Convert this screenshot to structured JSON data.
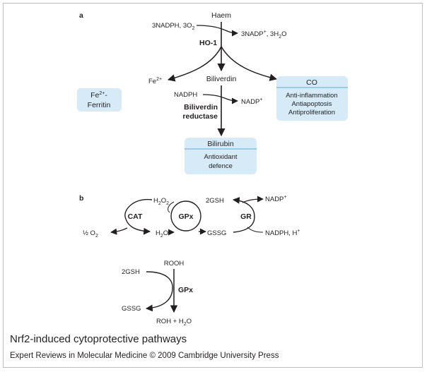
{
  "panel_a": {
    "label": "a",
    "haem": "Haem",
    "nadph_o2": "3NADPH, 3O",
    "nadp_h2o": "3NADP",
    "enzyme_ho1": "HO-1",
    "fe2": "Fe",
    "biliverdin": "Biliverdin",
    "nadph": "NADPH",
    "nadp": "NADP",
    "bvr_line1": "Biliverdin",
    "bvr_line2": "reductase",
    "ferritin_line1": "Fe",
    "ferritin_line2": "Ferritin",
    "co_title": "CO",
    "co_effects": [
      "Anti-inflammation",
      "Antiapoptosis",
      "Antiproliferation"
    ],
    "bilirubin_title": "Bilirubin",
    "bilirubin_effect_1": "Antioxidant",
    "bilirubin_effect_2": "defence"
  },
  "panel_b": {
    "label": "b",
    "h2o2": "H",
    "two_gsh": "2GSH",
    "nadp": "NADP",
    "cat": "CAT",
    "gpx": "GPx",
    "gr": "GR",
    "half_o2": "½ O",
    "h2o": "H",
    "gssg": "GSSG",
    "nadph_h": "NADPH, H",
    "rooh": "ROOH",
    "two_gsh_2": "2GSH",
    "gpx_2": "GPx",
    "gssg_2": "GSSG",
    "roh_h2o": "ROH + H"
  },
  "caption": "Nrf2-induced cytoprotective pathways",
  "credit": "Expert Reviews in Molecular Medicine © 2009 Cambridge University Press",
  "colors": {
    "box_fill": "#d6eaf8",
    "box_line": "#5aa9dc",
    "ink": "#231f20"
  }
}
